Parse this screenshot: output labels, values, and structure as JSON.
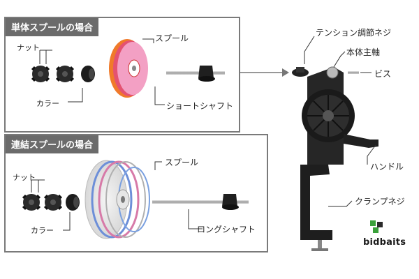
{
  "panel_single": {
    "title": "単体スプールの場合",
    "nut": "ナット",
    "collar": "カラー",
    "spool": "スプール",
    "shaft": "ショートシャフト"
  },
  "panel_linked": {
    "title": "連結スプールの場合",
    "nut": "ナット",
    "collar": "カラー",
    "spool": "スプール",
    "shaft": "ロングシャフト"
  },
  "main_device": {
    "tension_knob": "テンション調節ネジ",
    "main_shaft": "本体主軸",
    "screw": "ビス",
    "handle": "ハンドル",
    "clamp_screw": "クランプネジ"
  },
  "logo": {
    "text": "bidbaits",
    "accent_color": "#3aa13a"
  },
  "colors": {
    "panel_border": "#7a7a7a",
    "title_bg": "#6b6b6b",
    "line_orange": "#f07a2a",
    "line_pink": "#e0468a"
  }
}
